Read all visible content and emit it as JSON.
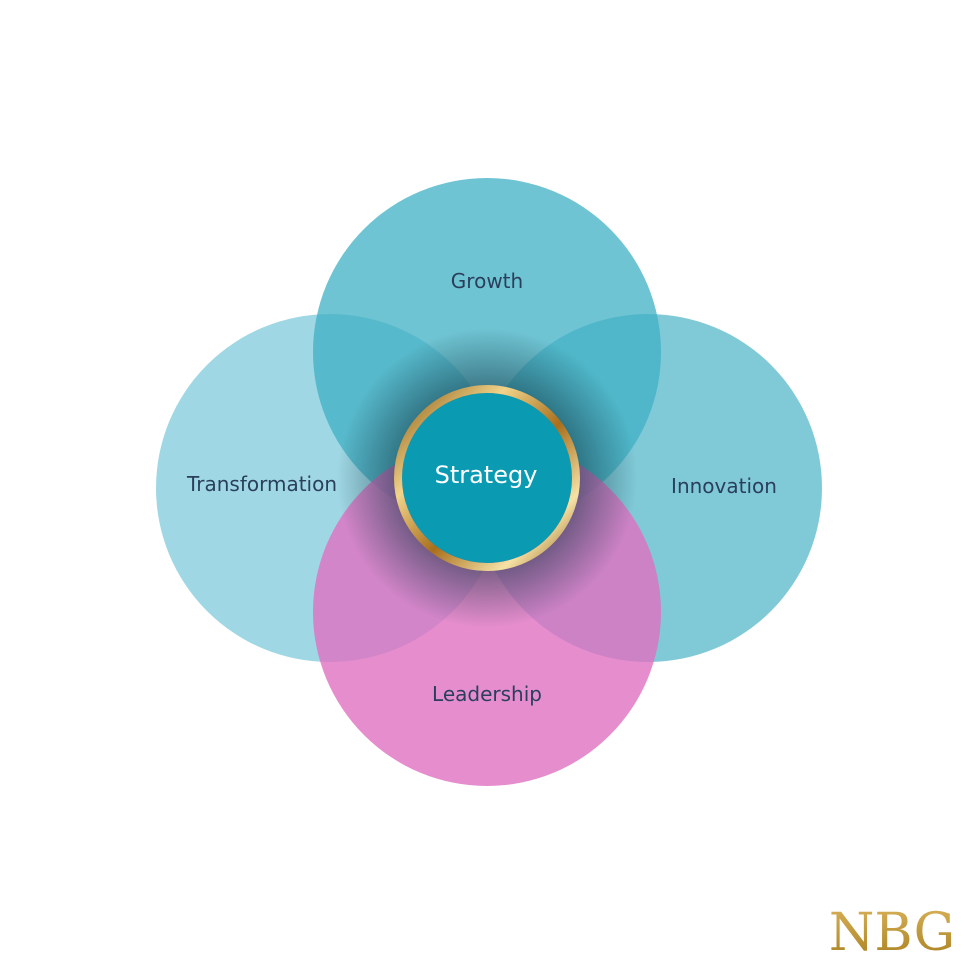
{
  "diagram": {
    "center": {
      "label": "Strategy",
      "color": "#0a9bb3",
      "ring_color": "#c9962b"
    },
    "circles": [
      {
        "id": "growth",
        "label": "Growth",
        "color": "#3fb0c4"
      },
      {
        "id": "transformation",
        "label": "Transformation",
        "color": "#7cc8da"
      },
      {
        "id": "innovation",
        "label": "Innovation",
        "color": "#4fb4c8"
      },
      {
        "id": "leadership",
        "label": "Leadership",
        "color": "#e070c2"
      }
    ]
  },
  "logo": {
    "text": "NBG",
    "color": "#b8902f"
  }
}
